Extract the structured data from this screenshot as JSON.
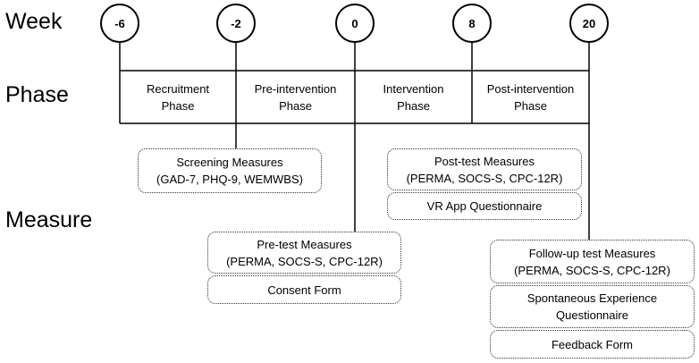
{
  "row_labels": {
    "week": "Week",
    "phase": "Phase",
    "measure": "Measure"
  },
  "weeks": [
    "-6",
    "-2",
    "0",
    "8",
    "20"
  ],
  "phases": [
    "Recruitment\nPhase",
    "Pre-intervention\nPhase",
    "Intervention\nPhase",
    "Post-intervention\nPhase"
  ],
  "measures": {
    "screening": {
      "title": "Screening Measures",
      "items": "(GAD-7, PHQ-9, WEMWBS)"
    },
    "post_test": {
      "title": "Post-test Measures",
      "items": "(PERMA, SOCS-S, CPC-12R)"
    },
    "vr_app": "VR App Questionnaire",
    "pre_test": {
      "title": "Pre-test Measures",
      "items": "(PERMA, SOCS-S, CPC-12R)"
    },
    "consent": "Consent Form",
    "follow_up": {
      "title": "Follow-up test Measures",
      "items": "(PERMA, SOCS-S, CPC-12R)"
    },
    "spontaneous": {
      "line1": "Spontaneous Experience",
      "line2": "Questionnaire"
    },
    "feedback": "Feedback Form"
  }
}
